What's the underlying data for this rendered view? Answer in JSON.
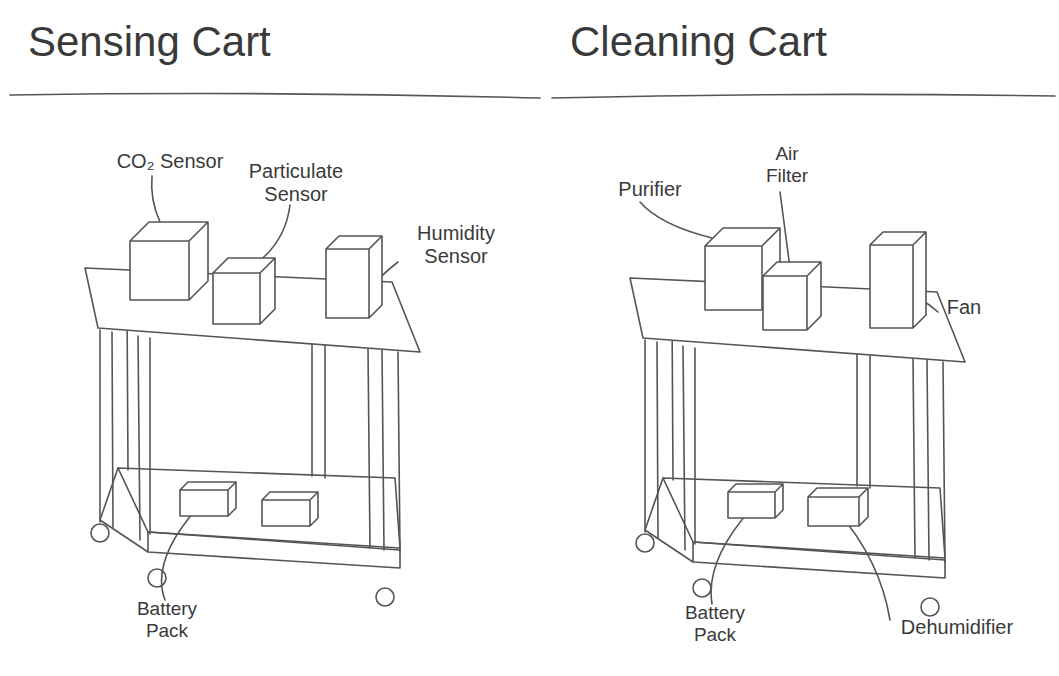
{
  "diagram": {
    "nodes": [
      {
        "text": [
          "Sensing Cart"
        ]
      },
      {
        "text": [
          "CO₂ Sensor"
        ],
        "in": 0
      },
      {
        "text": [
          "Particulate Sensor"
        ],
        "in": 0
      },
      {
        "text": [
          "Humidity Sensor"
        ],
        "in": 0
      },
      {
        "text": [
          "Battery Pack"
        ],
        "in": 0
      },
      {
        "text": [
          "Cleaning Cart"
        ]
      },
      {
        "text": [
          "Purifier"
        ],
        "in": 5
      },
      {
        "text": [
          "Air Filter"
        ],
        "in": 5
      },
      {
        "text": [
          "Fan"
        ],
        "in": 5
      },
      {
        "text": [
          "Battery Pack"
        ],
        "in": 5
      },
      {
        "text": [
          "Dehumidifier"
        ],
        "in": 5
      }
    ]
  }
}
